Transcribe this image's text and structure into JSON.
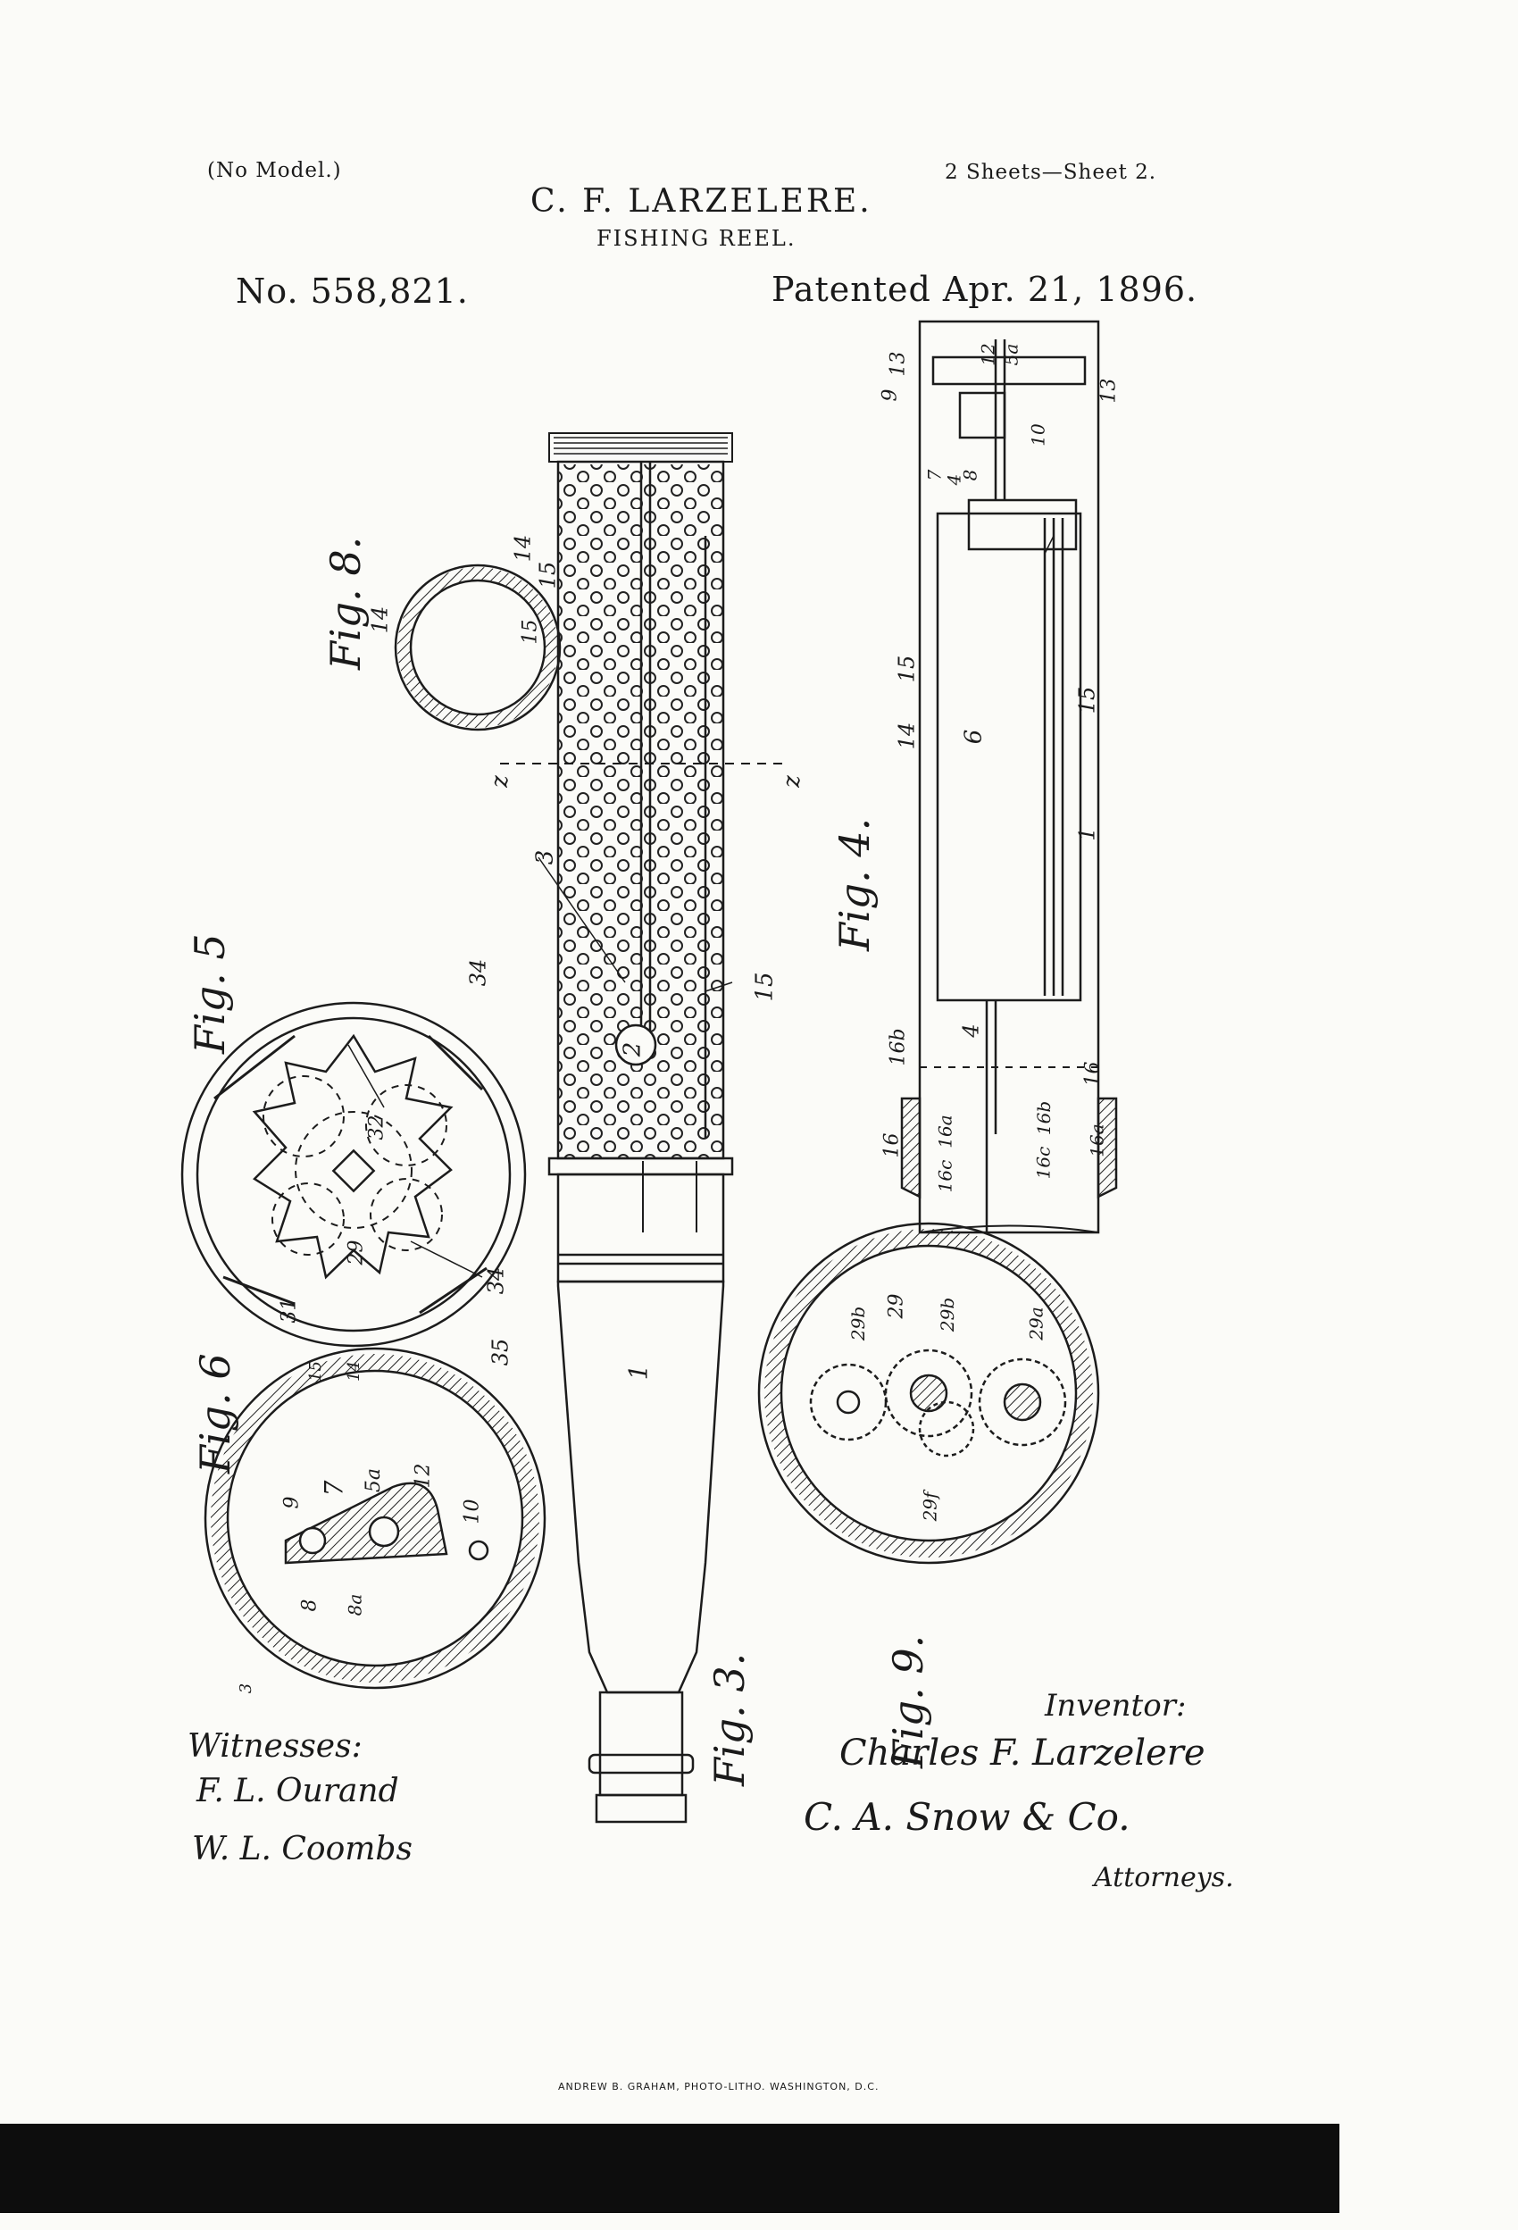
{
  "header": {
    "model_note": "(No Model.)",
    "sheets": "2 Sheets—Sheet 2.",
    "inventor_name": "C. F. LARZELERE.",
    "invention_title": "FISHING REEL.",
    "patent_number": "No. 558,821.",
    "patent_date": "Patented Apr. 21, 1896."
  },
  "figures": {
    "fig3": "Fig. 3.",
    "fig4": "Fig. 4.",
    "fig5": "Fig. 5",
    "fig6": "Fig. 6",
    "fig8": "Fig. 8.",
    "fig9": "Fig. 9."
  },
  "reference_numerals": {
    "n1": "1",
    "n2": "2",
    "n3": "3",
    "n4": "4",
    "n6": "6",
    "n7": "7",
    "n8": "8",
    "n8a": "8a",
    "n9": "9",
    "n10": "10",
    "n12": "12",
    "n13": "13",
    "n14": "14",
    "n15": "15",
    "n16": "16",
    "n16a": "16a",
    "n16b": "16b",
    "n16c": "16c",
    "n5a": "5a",
    "n29": "29",
    "n29b": "29b",
    "n29a": "29a",
    "n29f": "29f",
    "n31": "31",
    "n32": "32",
    "n34": "34",
    "n35": "35",
    "z": "z"
  },
  "signatures": {
    "witnesses_label": "Witnesses:",
    "witness1": "F. L. Ourand",
    "witness2": "W. L. Coombs",
    "inventor_label": "Inventor:",
    "inventor_signature": "Charles F. Larzelere",
    "attorney_signature": "C. A. Snow & Co.",
    "attorneys_label": "Attorneys."
  },
  "footer": {
    "printer": "ANDREW B. GRAHAM, PHOTO-LITHO. WASHINGTON, D.C."
  }
}
